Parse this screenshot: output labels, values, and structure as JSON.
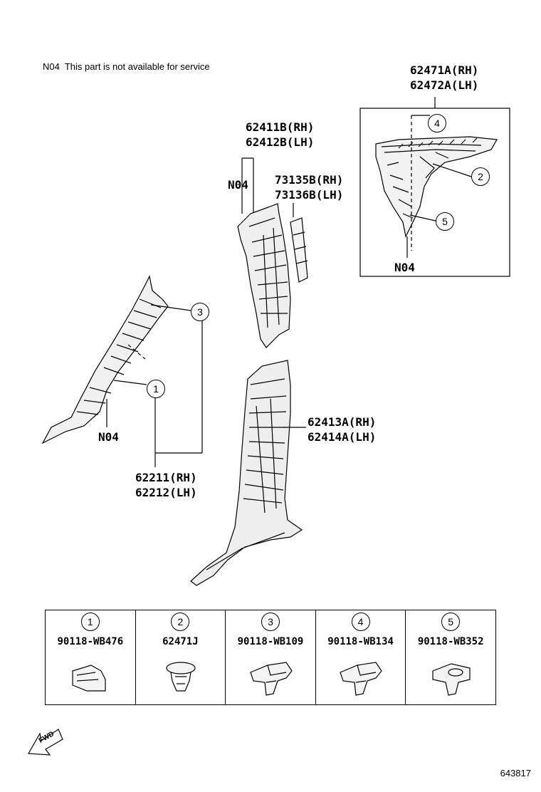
{
  "note": {
    "code": "N04",
    "text": "This part is not available for service"
  },
  "parts": {
    "quarter_upper": [
      "62471A(RH)",
      "62472A(LH)"
    ],
    "b_upper": [
      "62411B(RH)",
      "62412B(LH)"
    ],
    "b_strip": [
      "73135B(RH)",
      "73136B(LH)"
    ],
    "b_lower": [
      "62413A(RH)",
      "62414A(LH)"
    ],
    "a_pillar": [
      "62211(RH)",
      "62212(LH)"
    ]
  },
  "n04_labels": [
    "N04",
    "N04",
    "N04"
  ],
  "callouts": [
    "1",
    "2",
    "3",
    "4",
    "5"
  ],
  "legend": [
    {
      "num": "1",
      "code": "90118-WB476"
    },
    {
      "num": "2",
      "code": "62471J"
    },
    {
      "num": "3",
      "code": "90118-WB109"
    },
    {
      "num": "4",
      "code": "90118-WB134"
    },
    {
      "num": "5",
      "code": "90118-WB352"
    }
  ],
  "fwd_label": "FWD",
  "ref_number": "643817"
}
